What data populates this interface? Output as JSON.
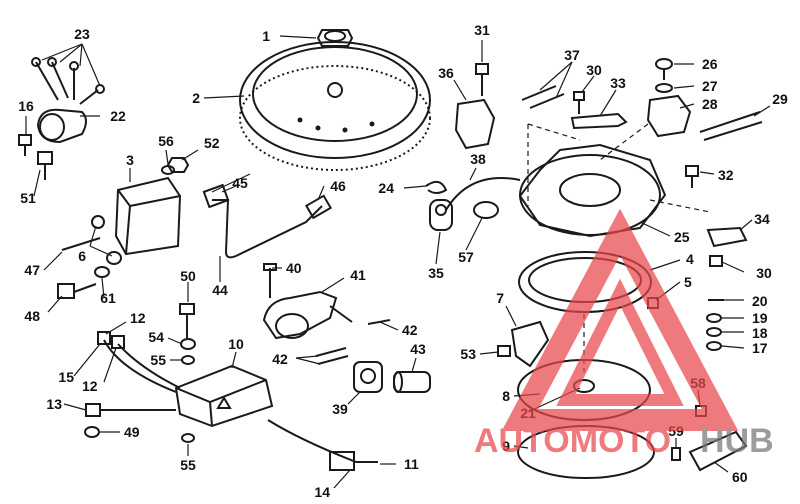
{
  "callouts": [
    "1",
    "2",
    "3",
    "4",
    "5",
    "6",
    "7",
    "8",
    "9",
    "10",
    "11",
    "12",
    "12",
    "13",
    "14",
    "15",
    "16",
    "17",
    "18",
    "19",
    "20",
    "21",
    "22",
    "23",
    "24",
    "25",
    "26",
    "27",
    "28",
    "29",
    "30",
    "30",
    "31",
    "32",
    "33",
    "34",
    "35",
    "36",
    "37",
    "38",
    "39",
    "40",
    "41",
    "42",
    "42",
    "43",
    "44",
    "45",
    "46",
    "47",
    "48",
    "49",
    "50",
    "51",
    "52",
    "53",
    "54",
    "55",
    "55",
    "56",
    "57",
    "58",
    "59",
    "60",
    "61"
  ],
  "watermark": {
    "text_left": "AUTOMOTO",
    "text_right": "HUB",
    "color": "#e8474c"
  }
}
